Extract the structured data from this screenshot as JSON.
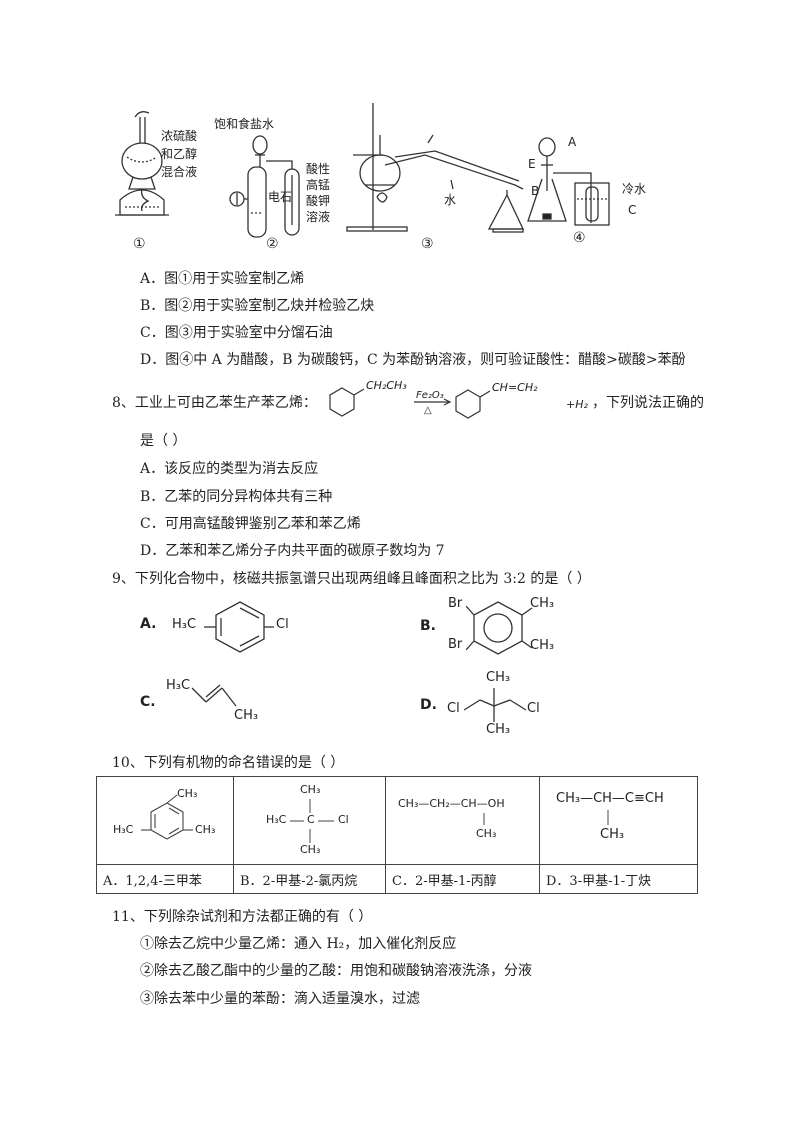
{
  "apparatus": {
    "fig1": {
      "label": "浓硫酸和乙醇混合液",
      "line1": "浓硫酸",
      "line2": "和乙醇",
      "line3": "混合液",
      "num": "①"
    },
    "fig2": {
      "top": "饱和食盐水",
      "mid": "电石",
      "right1": "酸性",
      "right2": "高锰",
      "right3": "酸钾",
      "right4": "溶液",
      "num": "②"
    },
    "fig3": {
      "water": "水",
      "num": "③"
    },
    "fig4": {
      "A": "A",
      "E": "E",
      "B": "B",
      "cold": "冷水",
      "C": "C",
      "num": "④"
    }
  },
  "q7_options": [
    "A．图①用于实验室制乙烯",
    "B．图②用于实验室制乙炔并检验乙炔",
    "C．图③用于实验室中分馏石油",
    "D．图④中 A 为醋酸，B 为碳酸钙，C 为苯酚钠溶液，则可验证酸性：醋酸>碳酸>苯酚"
  ],
  "q8": {
    "stem_a": "8、工业上可由乙苯生产苯乙烯：",
    "reactant_sub": "CH₂CH₃",
    "catalyst": "Fe₂O₃",
    "heat": "△",
    "product_sub": "CH=CH₂",
    "h2": "+H₂",
    "stem_b": "，下列说法正确的",
    "stem_c": "是（     ）",
    "options": [
      "A．该反应的类型为消去反应",
      "B．乙苯的同分异构体共有三种",
      "C．可用高锰酸钾鉴别乙苯和苯乙烯",
      "D．乙苯和苯乙烯分子内共平面的碳原子数均为 7"
    ]
  },
  "q9": {
    "stem": "9、下列化合物中，核磁共振氢谱只出现两组峰且峰面积之比为 3:2 的是（     ）",
    "A": {
      "letter": "A.",
      "left": "H₃C",
      "right": "Cl"
    },
    "B": {
      "letter": "B.",
      "br1": "Br",
      "br2": "Br",
      "me1": "CH₃",
      "me2": "CH₃"
    },
    "C": {
      "letter": "C.",
      "left": "H₃C",
      "right": "CH₃"
    },
    "D": {
      "letter": "D.",
      "top": "CH₃",
      "bottom": "CH₃",
      "cl1": "Cl",
      "cl2": "Cl"
    }
  },
  "q10": {
    "stem": "10、下列有机物的命名错误的是（      ）",
    "structs": {
      "a": {
        "me_top": "CH₃",
        "me_left": "H₃C",
        "me_right": "CH₃"
      },
      "b": {
        "top": "CH₃",
        "left": "H₃C",
        "center": "C",
        "right": "Cl",
        "bottom": "CH₃"
      },
      "c": {
        "main": "CH₃—CH₂—CH—OH",
        "sub": "CH₃"
      },
      "d": {
        "main": "CH₃—CH—C≡CH",
        "sub": "CH₃"
      }
    },
    "answers": [
      "A．1,2,4-三甲苯",
      "B．2-甲基-2-氯丙烷",
      "C．2-甲基-1-丙醇",
      "D．3-甲基-1-丁炔"
    ]
  },
  "q11": {
    "stem": "11、下列除杂试剂和方法都正确的有（     ）",
    "items": [
      "①除去乙烷中少量乙烯：通入 H₂，加入催化剂反应",
      "②除去乙酸乙酯中的少量的乙酸：用饱和碳酸钠溶液洗涤，分液",
      "③除去苯中少量的苯酚：滴入适量溴水，过滤"
    ]
  }
}
